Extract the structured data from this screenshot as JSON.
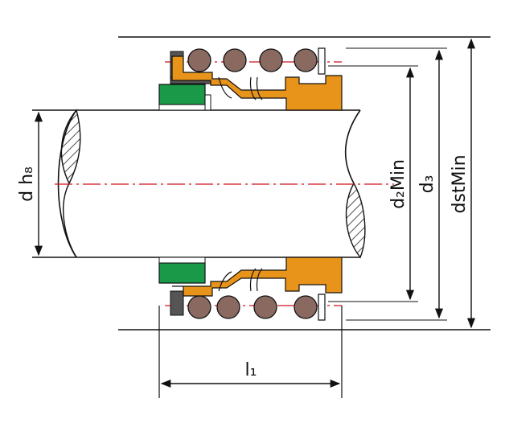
{
  "diagram": {
    "labels": {
      "d_shaft": "d h₈",
      "d2": "d₂Min",
      "d3": "d₃",
      "dst": "dstMin",
      "l1": "l₁"
    },
    "colors": {
      "outline": "#1a1a1a",
      "shaft_fill": "#ffffff",
      "hatch": "#222222",
      "centerline": "#d0121b",
      "seal_orange": "#e8941a",
      "seal_orange_dark": "#b86c10",
      "elastomer_green": "#1a9a48",
      "spring_coil": "#8a6a60",
      "housing_grey": "#555555",
      "dimension_line": "#111111"
    }
  }
}
